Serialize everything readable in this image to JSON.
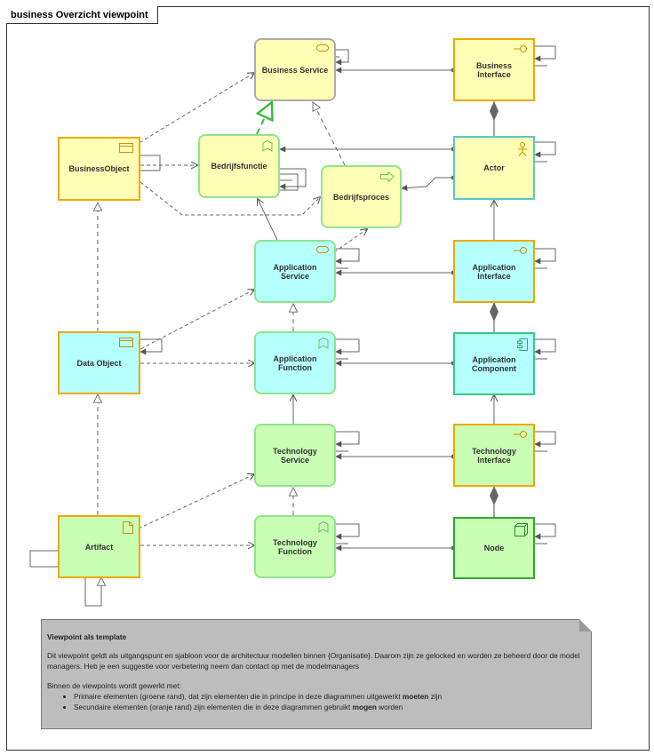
{
  "diagram": {
    "title": "business Overzicht viewpoint"
  },
  "nodes": {
    "business_service": "Business Service",
    "business_interface": "Business Interface",
    "business_object": "BusinessObject",
    "bedrijfsfunctie": "Bedrijfsfunctie",
    "actor": "Actor",
    "bedrijfsproces": "Bedrijfsproces",
    "application_service": "Application Service",
    "application_interface": "Application Interface",
    "data_object": "Data Object",
    "application_function": "Application Function",
    "application_component": "Application Component",
    "technology_service": "Technology Service",
    "technology_interface": "Technology Interface",
    "artifact": "Artifact",
    "technology_function": "Technology Function",
    "node": "Node"
  },
  "note": {
    "title": "Viewpoint als template",
    "paragraph1": "Dit viewpoint geldt als uitgangspunt en sjabloon voor de architectuur modellen binnen {Organisatie}. Daarom zijn ze gelocked en worden ze beheerd door de model managers. Heb je een suggestie voor verbetering neem dan contact op met de modelmanagers",
    "paragraph2": "Binnen de viewpoints wordt gewerkt met:",
    "bullet1_prefix": "Primaire elementen (groene rand), dat zijn elementen die in principe in deze diagrammen uitgewerkt ",
    "bullet1_bold": "moeten",
    "bullet1_suffix": " zijn",
    "bullet2_prefix": "Secundaire elementen (oranje rand) zijn elementen die in deze diagrammen gebruikt ",
    "bullet2_bold": "mogen",
    "bullet2_suffix": " worden"
  },
  "colors": {
    "business_fill": "#ffffb5",
    "application_fill": "#b5ffff",
    "technology_fill": "#c9ffb5",
    "primary_border": "#8fe58c",
    "secondary_border": "#f0a800",
    "connector": "#555566",
    "realization_highlight": "#33bb33"
  },
  "icons": {
    "business_service": "service-icon",
    "business_interface": "interface-icon",
    "business_object": "object-icon",
    "bedrijfsfunctie": "function-icon",
    "actor": "actor-icon",
    "bedrijfsproces": "process-icon",
    "application_service": "service-icon",
    "application_interface": "interface-icon",
    "data_object": "object-icon",
    "application_function": "function-icon",
    "application_component": "component-icon",
    "technology_service": "service-icon",
    "technology_interface": "interface-icon",
    "artifact": "artifact-icon",
    "technology_function": "function-icon",
    "node": "node-icon"
  }
}
